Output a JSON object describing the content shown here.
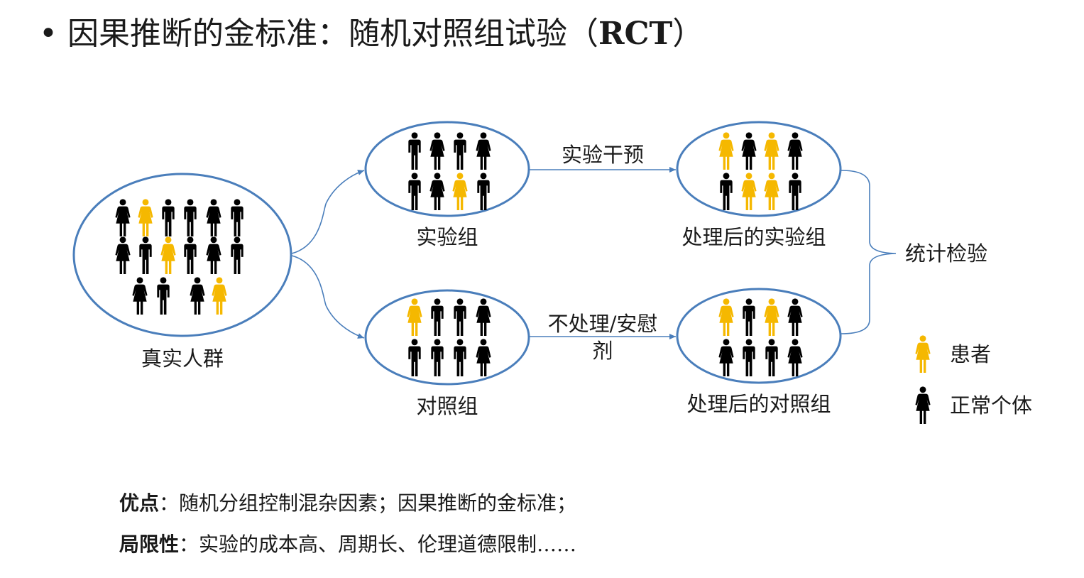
{
  "title": {
    "bullet": "•",
    "main": "因果推断的金标准：随机对照组试验（",
    "abbr": "RCT",
    "close": "）"
  },
  "colors": {
    "patient": "#F5B800",
    "normal": "#000000",
    "ellipse_stroke": "#4A7EBB",
    "arrow": "#4A7EBB"
  },
  "diagram": {
    "population": {
      "label": "真实人群",
      "people": [
        [
          "f",
          "P",
          "m",
          "m",
          "f",
          "m"
        ],
        [
          "f",
          "m",
          "P",
          "m",
          "f",
          "m"
        ],
        [
          "f",
          "m",
          "f",
          "P"
        ]
      ]
    },
    "treatment_group": {
      "label": "实验组",
      "people": [
        [
          "m",
          "f",
          "m",
          "f"
        ],
        [
          "m",
          "f",
          "P",
          "m"
        ]
      ]
    },
    "control_group": {
      "label": "对照组",
      "people": [
        [
          "P",
          "m",
          "m",
          "f"
        ],
        [
          "m",
          "m",
          "m",
          "f"
        ]
      ]
    },
    "treated_after": {
      "label": "处理后的实验组",
      "people": [
        [
          "P",
          "f",
          "P",
          "f"
        ],
        [
          "m",
          "P",
          "P",
          "m"
        ]
      ]
    },
    "control_after": {
      "label": "处理后的对照组",
      "people": [
        [
          "P",
          "m",
          "P",
          "f"
        ],
        [
          "f",
          "m",
          "m",
          "f"
        ]
      ]
    },
    "arrow_top_label": "实验干预",
    "arrow_bottom_label_line1": "不处理/安慰",
    "arrow_bottom_label_line2": "剂",
    "stat_test_label": "统计检验"
  },
  "legend": {
    "patient_label": "患者",
    "normal_label": "正常个体"
  },
  "notes": {
    "pros_label": "优点",
    "pros_text": "：随机分组控制混杂因素；因果推断的金标准；",
    "cons_label": "局限性",
    "cons_text": "：实验的成本高、周期长、伦理道德限制……"
  }
}
